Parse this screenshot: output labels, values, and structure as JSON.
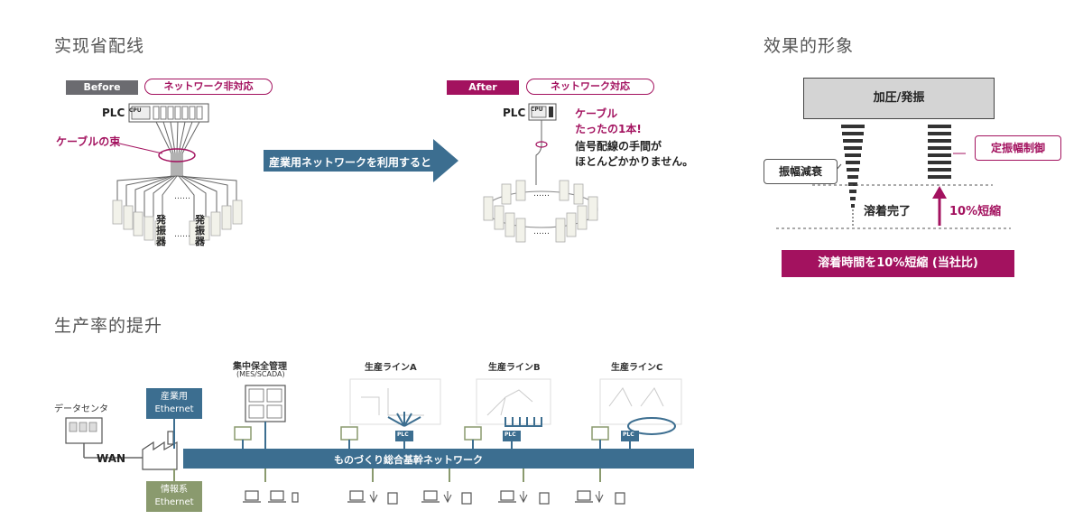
{
  "sections": {
    "wiring_title": "实现省配线",
    "effect_title": "效果的形象",
    "productivity_title": "生产率的提升"
  },
  "wiring": {
    "before_tag": "Before",
    "before_pill": "ネットワーク非対応",
    "after_tag": "After",
    "after_pill": "ネットワーク対応",
    "plc_label": "PLC",
    "cpu_label": "CPU",
    "cable_bundle_label": "ケーブルの束",
    "oscillator_left": "発振器",
    "oscillator_right": "発振器",
    "dots": "……",
    "arrow_text": "産業用ネットワークを利用すると",
    "after_note_mag_1": "ケーブル",
    "after_note_mag_2": "たったの1本!",
    "after_note_1": "信号配線の手間が",
    "after_note_2": "ほとんどかかりません。"
  },
  "effect": {
    "top_box": "加圧/発振",
    "left_label": "振幅減衰",
    "right_label": "定振幅制御",
    "complete_label": "溶着完了",
    "shorten_label": "10%短縮",
    "banner": "溶着時間を10%短縮 (当社比)"
  },
  "productivity": {
    "data_center": "データセンタ",
    "wan": "WAN",
    "industrial_ethernet_1": "産業用",
    "industrial_ethernet_2": "Ethernet",
    "info_ethernet_1": "情報系",
    "info_ethernet_2": "Ethernet",
    "central_mgmt": "集中保全管理",
    "central_mgmt_sub": "(MES/SCADA)",
    "line_a": "生産ラインA",
    "line_b": "生産ラインB",
    "line_c": "生産ラインC",
    "plc": "PLC",
    "backbone": "ものづくり総合基幹ネットワーク"
  },
  "colors": {
    "magenta": "#a3125f",
    "network_blue": "#3c6e90",
    "info_green": "#8a9a6e",
    "gray_tag": "#6b6b70"
  }
}
